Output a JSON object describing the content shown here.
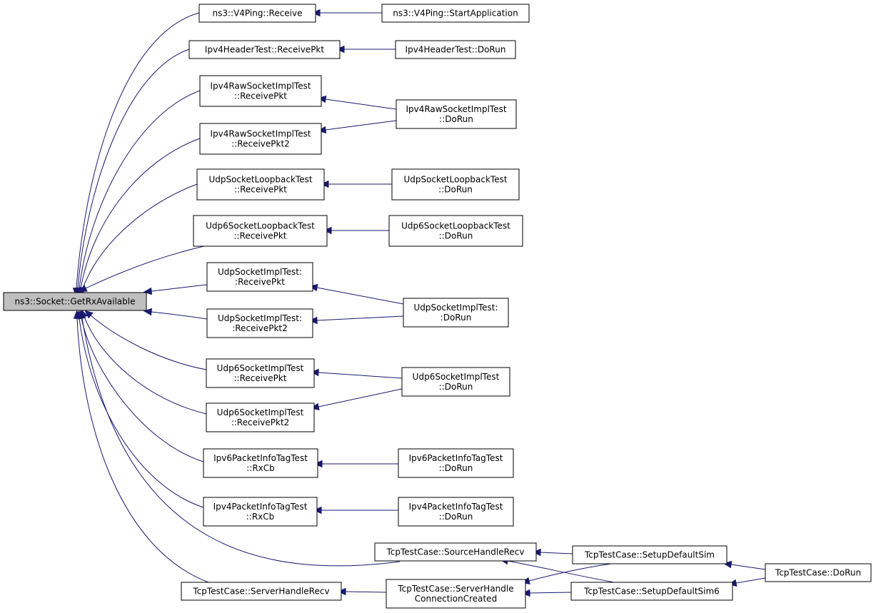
{
  "diagram": {
    "colors": {
      "edge": "#191970",
      "root_fill": "#bfbfbf",
      "node_fill": "#ffffff",
      "node_stroke": "#000000"
    },
    "nodes": {
      "root": [
        "ns3::Socket::GetRxAvailable"
      ],
      "v4recv": [
        "ns3::V4Ping::Receive"
      ],
      "v4start": [
        "ns3::V4Ping::StartApplication"
      ],
      "ihrecv": [
        "Ipv4HeaderTest::ReceivePkt"
      ],
      "ihdorun": [
        "Ipv4HeaderTest::DoRun"
      ],
      "rawrecv": [
        "Ipv4RawSocketImplTest",
        "::ReceivePkt"
      ],
      "rawrecv2": [
        "Ipv4RawSocketImplTest",
        "::ReceivePkt2"
      ],
      "rawdorun": [
        "Ipv4RawSocketImplTest",
        "::DoRun"
      ],
      "udplbrecv": [
        "UdpSocketLoopbackTest",
        "::ReceivePkt"
      ],
      "udplbdorun": [
        "UdpSocketLoopbackTest",
        "::DoRun"
      ],
      "udp6lbrecv": [
        "Udp6SocketLoopbackTest",
        "::ReceivePkt"
      ],
      "udp6lbdorun": [
        "Udp6SocketLoopbackTest",
        "::DoRun"
      ],
      "udpimrecv": [
        "UdpSocketImplTest:",
        ":ReceivePkt"
      ],
      "udpimrecv2": [
        "UdpSocketImplTest:",
        ":ReceivePkt2"
      ],
      "udpimdorun": [
        "UdpSocketImplTest:",
        ":DoRun"
      ],
      "udp6imrecv": [
        "Udp6SocketImplTest",
        "::ReceivePkt"
      ],
      "udp6imrecv2": [
        "Udp6SocketImplTest",
        "::ReceivePkt2"
      ],
      "udp6imdorun": [
        "Udp6SocketImplTest",
        "::DoRun"
      ],
      "ip6rxcb": [
        "Ipv6PacketInfoTagTest",
        "::RxCb"
      ],
      "ip6dorun": [
        "Ipv6PacketInfoTagTest",
        "::DoRun"
      ],
      "ip4rxcb": [
        "Ipv4PacketInfoTagTest",
        "::RxCb"
      ],
      "ip4dorun": [
        "Ipv4PacketInfoTagTest",
        "::DoRun"
      ],
      "tcpsrc": [
        "TcpTestCase::SourceHandleRecv"
      ],
      "tcpsrv": [
        "TcpTestCase::ServerHandleRecv"
      ],
      "tcpconn": [
        "TcpTestCase::ServerHandle",
        "ConnectionCreated"
      ],
      "tcpsetup": [
        "TcpTestCase::SetupDefaultSim"
      ],
      "tcpsetup6": [
        "TcpTestCase::SetupDefaultSim6"
      ],
      "tcpdorun": [
        "TcpTestCase::DoRun"
      ]
    }
  }
}
